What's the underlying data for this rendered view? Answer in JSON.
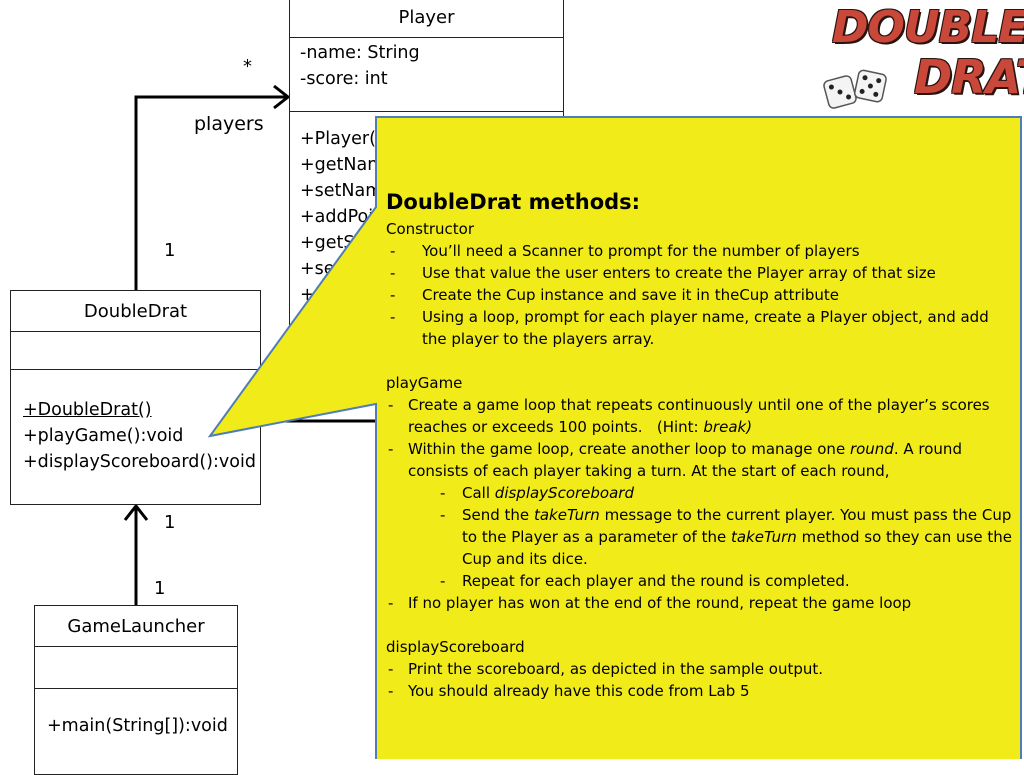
{
  "player_class": {
    "title": "Player",
    "attributes": [
      "-name: String",
      "-score: int"
    ],
    "methods": [
      "+Player(S",
      "+getNam",
      "+setNam",
      "+addPoi",
      "+getSc",
      "+setS",
      "+t"
    ]
  },
  "doubledrat_class": {
    "title": "DoubleDrat",
    "methods": [
      "+DoubleDrat()",
      "+playGame():void",
      "+displayScoreboard():void"
    ]
  },
  "gamelauncher_class": {
    "title": "GameLauncher",
    "methods": [
      "+main(String[]):void"
    ]
  },
  "associations": {
    "players_role": "players",
    "players_multiplicity": "*",
    "doubledrat_multiplicity_top": "1",
    "doubledrat_multiplicity_bottom": "1",
    "gamelauncher_multiplicity": "1"
  },
  "logo": {
    "line1": "DOUBLE",
    "line2": "DRAT!"
  },
  "callout": {
    "heading": "DoubleDrat methods:",
    "constructor_label": "Constructor",
    "constructor_items": [
      "You’ll need a Scanner to prompt for the number of players",
      "Use that value the user enters to create the Player array of that size",
      "Create the Cup instance and save it in theCup attribute",
      "Using a loop, prompt for each player name, create a Player object, and add the player to the players array."
    ],
    "playgame_label": "playGame",
    "playgame_item1": "Create a game loop that repeats continuously until one of the player’s scores reaches or exceeds 100 points.",
    "playgame_hint_prefix": "(Hint:",
    "playgame_hint_word": "break)",
    "playgame_item2_a": "Within the game loop, create another loop to manage one",
    "playgame_item2_round": "round",
    "playgame_item2_b": ". A round consists of each player taking a turn. At the start of each round,",
    "sub1_prefix": "Call",
    "sub1_word": "displayScoreboard",
    "sub2_a": "Send the",
    "sub2_taketurn": "takeTurn",
    "sub2_b": "message to the current player. You must pass the Cup to the Player as a parameter of the",
    "sub2_taketurn2": "takeTurn",
    "sub2_c": "method so they can use the Cup and its dice.",
    "sub3": "Repeat for each player and the round is completed.",
    "playgame_item3": "If no player has won at the end of the round, repeat the game loop",
    "displayscoreboard_label": "displayScoreboard",
    "displayscoreboard_items": [
      "Print the scoreboard, as depicted in the sample output.",
      "You should already have this code from Lab 5"
    ]
  },
  "colors": {
    "callout_fill": "#F2EB1A",
    "callout_border": "#4F7DB5",
    "logo_red": "#C9483A"
  }
}
